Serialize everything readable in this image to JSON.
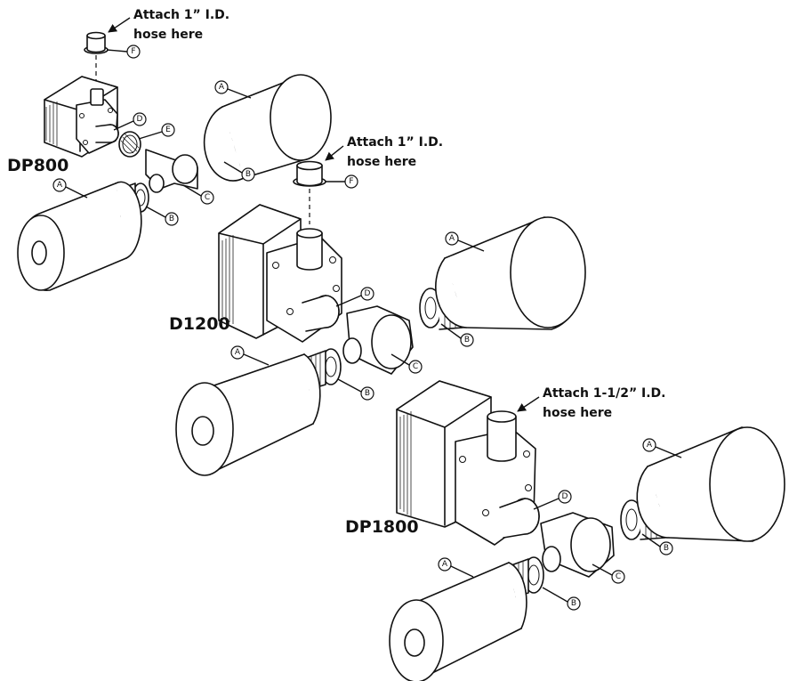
{
  "models": {
    "dp800": "DP800",
    "d1200": "D1200",
    "dp1800": "DP1800"
  },
  "notes": {
    "dp800_line1": "Attach 1” I.D.",
    "dp800_line2": "hose here",
    "d1200_line1": "Attach 1” I.D.",
    "d1200_line2": "hose here",
    "dp1800_line1": "Attach 1-1/2” I.D.",
    "dp1800_line2": "hose here"
  },
  "callouts": {
    "a": "A",
    "b": "B",
    "c": "C",
    "d": "D",
    "e": "E",
    "f": "F"
  }
}
